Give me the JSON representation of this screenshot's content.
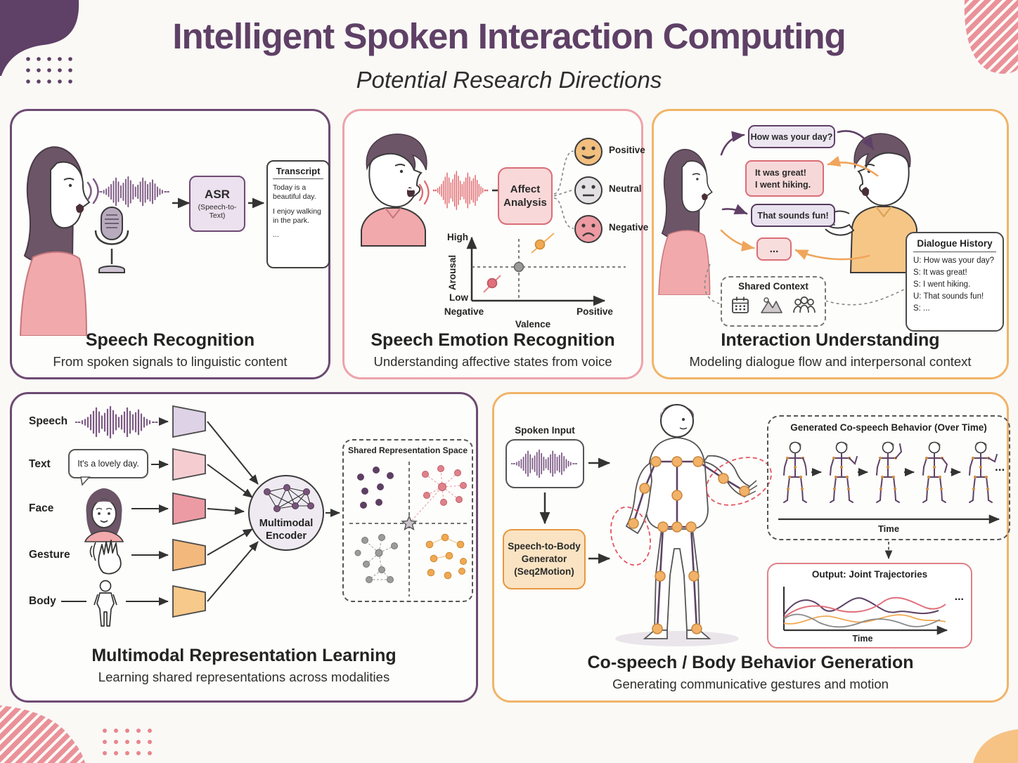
{
  "header": {
    "title": "Intelligent Spoken Interaction Computing",
    "subtitle": "Potential Research Directions"
  },
  "panels": {
    "speech_recognition": {
      "title": "Speech Recognition",
      "subtitle": "From spoken signals to linguistic content",
      "asr": {
        "name": "ASR",
        "sub": "(Speech-to-Text)"
      },
      "transcript": {
        "title": "Transcript",
        "lines": [
          "Today is a beautiful day.",
          "I enjoy walking in the park.",
          "..."
        ]
      }
    },
    "speech_emotion": {
      "title": "Speech Emotion Recognition",
      "subtitle": "Understanding affective states from voice",
      "affect_box": "Affect Analysis",
      "emotions": [
        {
          "label": "Positive",
          "color": "#f2bf7e"
        },
        {
          "label": "Neutral",
          "color": "#e4e1e4"
        },
        {
          "label": "Negative",
          "color": "#ed9aa2"
        }
      ],
      "affect_chart": {
        "y_top": "High",
        "y_axis": "Arousal",
        "y_bottom": "Low",
        "x_left": "Negative",
        "x_right": "Positive",
        "x_axis": "Valence",
        "points": [
          {
            "valence": "positive",
            "arousal": "high",
            "color": "#f0a953"
          },
          {
            "valence": "neutral",
            "arousal": "mid",
            "color": "#9a9a9a"
          },
          {
            "valence": "negative",
            "arousal": "low",
            "color": "#e0707c"
          }
        ]
      }
    },
    "interaction_understanding": {
      "title": "Interaction Understanding",
      "subtitle": "Modeling dialogue flow and interpersonal context",
      "bubbles": [
        {
          "text": "How was your day?"
        },
        {
          "text": "It was great!",
          "text2": "I went hiking."
        },
        {
          "text": "That sounds fun!"
        },
        {
          "text": "..."
        }
      ],
      "shared_context": {
        "title": "Shared Context",
        "icons": [
          "calendar-icon",
          "mountain-icon",
          "group-icon"
        ]
      },
      "dialogue_history": {
        "title": "Dialogue History",
        "lines": [
          "U: How was your day?",
          "S: It was great!",
          "S: I went hiking.",
          "U: That sounds fun!",
          "S: ..."
        ]
      }
    },
    "multimodal": {
      "title": "Multimodal Representation Learning",
      "subtitle": "Learning shared representations across modalities",
      "modalities": [
        "Speech",
        "Text",
        "Face",
        "Gesture",
        "Body"
      ],
      "text_sample": "It's a lovely day.",
      "encoder_line1": "Multimodal",
      "encoder_line2": "Encoder",
      "space_title": "Shared Representation Space"
    },
    "cospeech": {
      "title": "Co-speech / Body Behavior Generation",
      "subtitle": "Generating communicative gestures and motion",
      "spoken_input_label": "Spoken Input",
      "generator_lines": [
        "Speech-to-Body",
        "Generator",
        "(Seq2Motion)"
      ],
      "behavior_box_title": "Generated Co-speech Behavior (Over Time)",
      "behavior_time_label": "Time",
      "behavior_ellipsis": "...",
      "output_box_title": "Output: Joint Trajectories",
      "output_time_label": "Time",
      "output_ellipsis": "..."
    }
  },
  "colors": {
    "title_purple": "#5f4066",
    "panel_purple": "#6e4a73",
    "panel_pink": "#eda3ab",
    "panel_orange": "#f1b468",
    "wave_purple": "#7d5a85",
    "wave_red": "#e06a70",
    "arrow_orange": "#f0a55c",
    "shirt_pink": "#f2a9ab",
    "shirt_orange": "#f6c687"
  }
}
